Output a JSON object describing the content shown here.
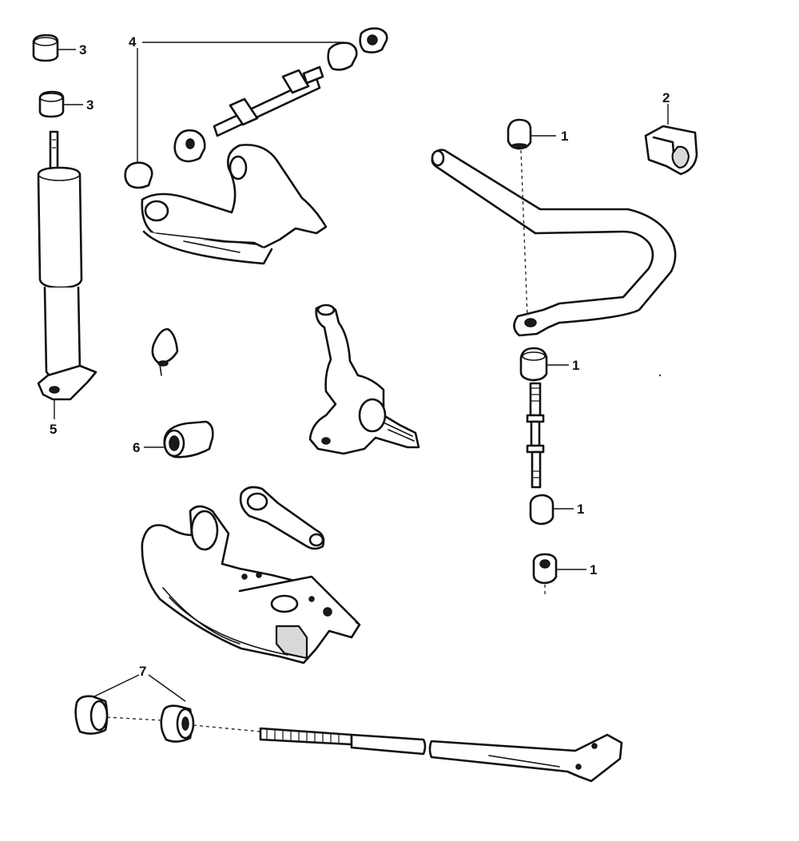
{
  "diagram": {
    "callouts": [
      {
        "id": "c3a",
        "text": "3"
      },
      {
        "id": "c3b",
        "text": "3"
      },
      {
        "id": "c4",
        "text": "4"
      },
      {
        "id": "c2",
        "text": "2"
      },
      {
        "id": "c1a",
        "text": "1"
      },
      {
        "id": "c1b",
        "text": "1"
      },
      {
        "id": "c1c",
        "text": "1"
      },
      {
        "id": "c1d",
        "text": "1"
      },
      {
        "id": "c5",
        "text": "5"
      },
      {
        "id": "c6",
        "text": "6"
      },
      {
        "id": "c7",
        "text": "7"
      }
    ],
    "colors": {
      "line": "#111111",
      "background": "#ffffff",
      "shade": "#d9d9d9"
    }
  }
}
